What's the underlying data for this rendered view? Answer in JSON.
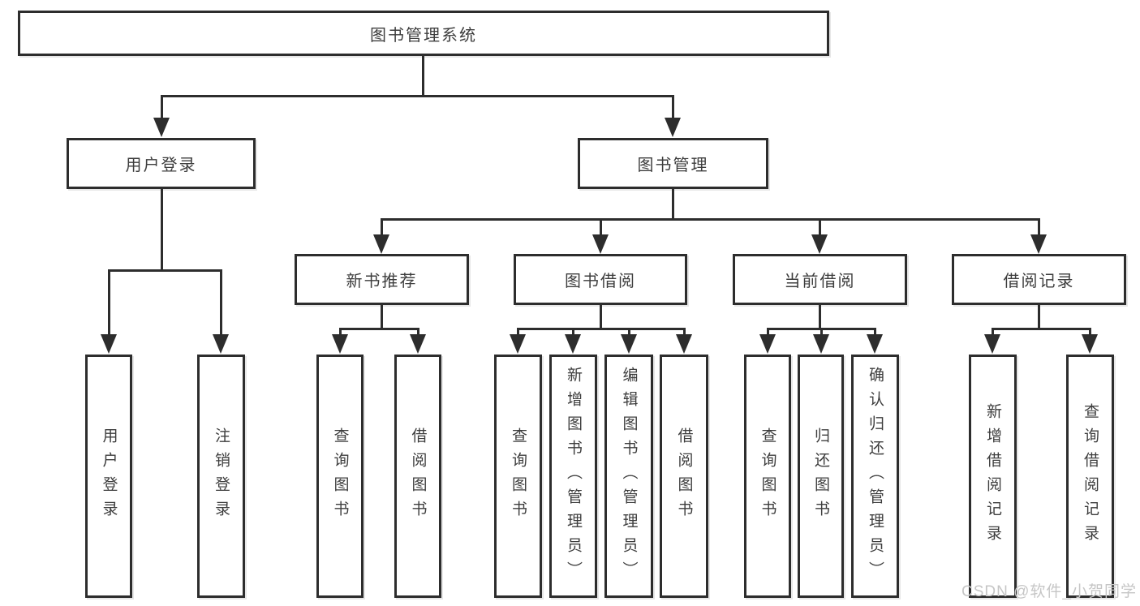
{
  "diagram": {
    "title": "图书管理系统",
    "root": {
      "label": "图书管理系统"
    },
    "branches": [
      {
        "label": "用户登录",
        "children": [
          {
            "label": "用户登录"
          },
          {
            "label": "注销登录"
          }
        ]
      },
      {
        "label": "图书管理",
        "children": [
          {
            "label": "新书推荐",
            "children": [
              {
                "label": "查询图书"
              },
              {
                "label": "借阅图书"
              }
            ]
          },
          {
            "label": "图书借阅",
            "children": [
              {
                "label": "查询图书"
              },
              {
                "label": "新增图书（管理员）"
              },
              {
                "label": "编辑图书（管理员）"
              },
              {
                "label": "借阅图书"
              }
            ]
          },
          {
            "label": "当前借阅",
            "children": [
              {
                "label": "查询图书"
              },
              {
                "label": "归还图书"
              },
              {
                "label": "确认归还（管理员）"
              }
            ]
          },
          {
            "label": "借阅记录",
            "children": [
              {
                "label": "新增借阅记录"
              },
              {
                "label": "查询借阅记录"
              }
            ]
          }
        ]
      }
    ]
  },
  "watermark": {
    "text": "CSDN @软件_小贺同学"
  },
  "colors": {
    "line": "#2d2d2d",
    "text": "#3d3d3d",
    "background": "#ffffff",
    "watermark": "#c6c6c6"
  }
}
